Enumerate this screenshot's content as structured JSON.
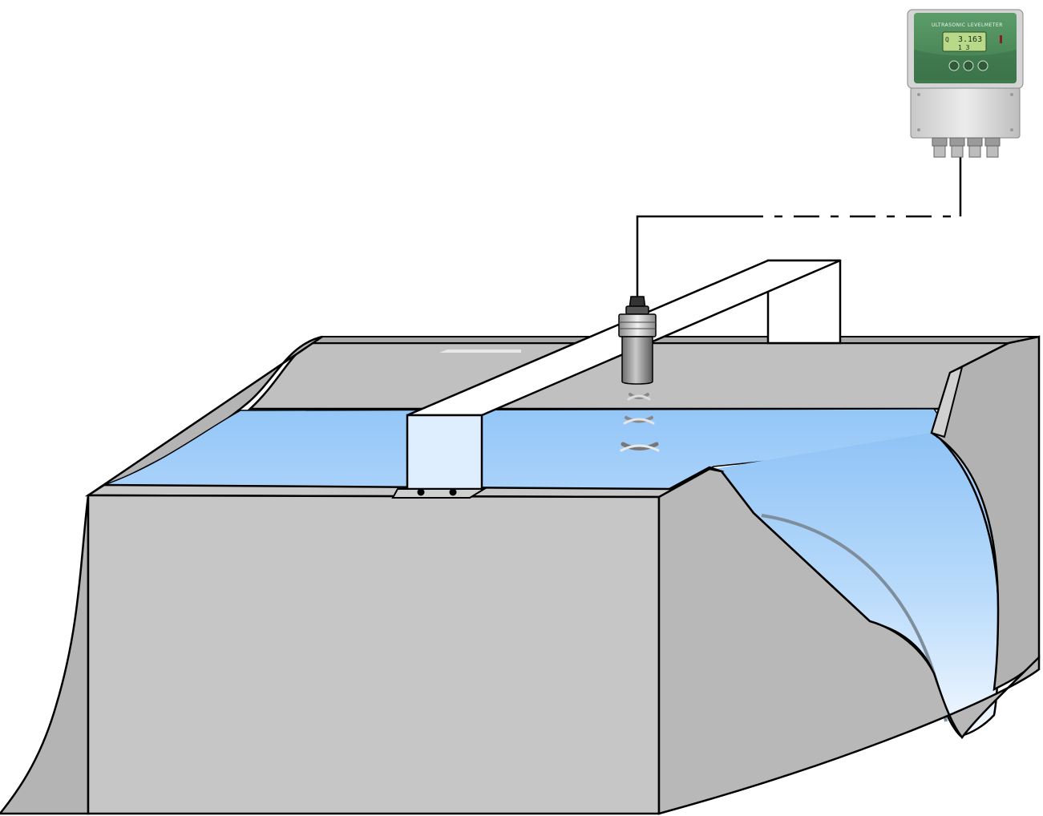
{
  "device": {
    "brand": "ULTRASONIC LEVELMETER",
    "display_line1": "3.163",
    "display_line2": "1  3",
    "display_indicator": "Q"
  },
  "colors": {
    "concrete": "#bdbdbd",
    "water": "#93c6f7",
    "device_green": "#4f8f5e",
    "lcd": "#b9d98a"
  },
  "icons": [
    "ultrasonic-sensor-icon",
    "levelmeter-controller-icon",
    "sound-wave-icon"
  ]
}
